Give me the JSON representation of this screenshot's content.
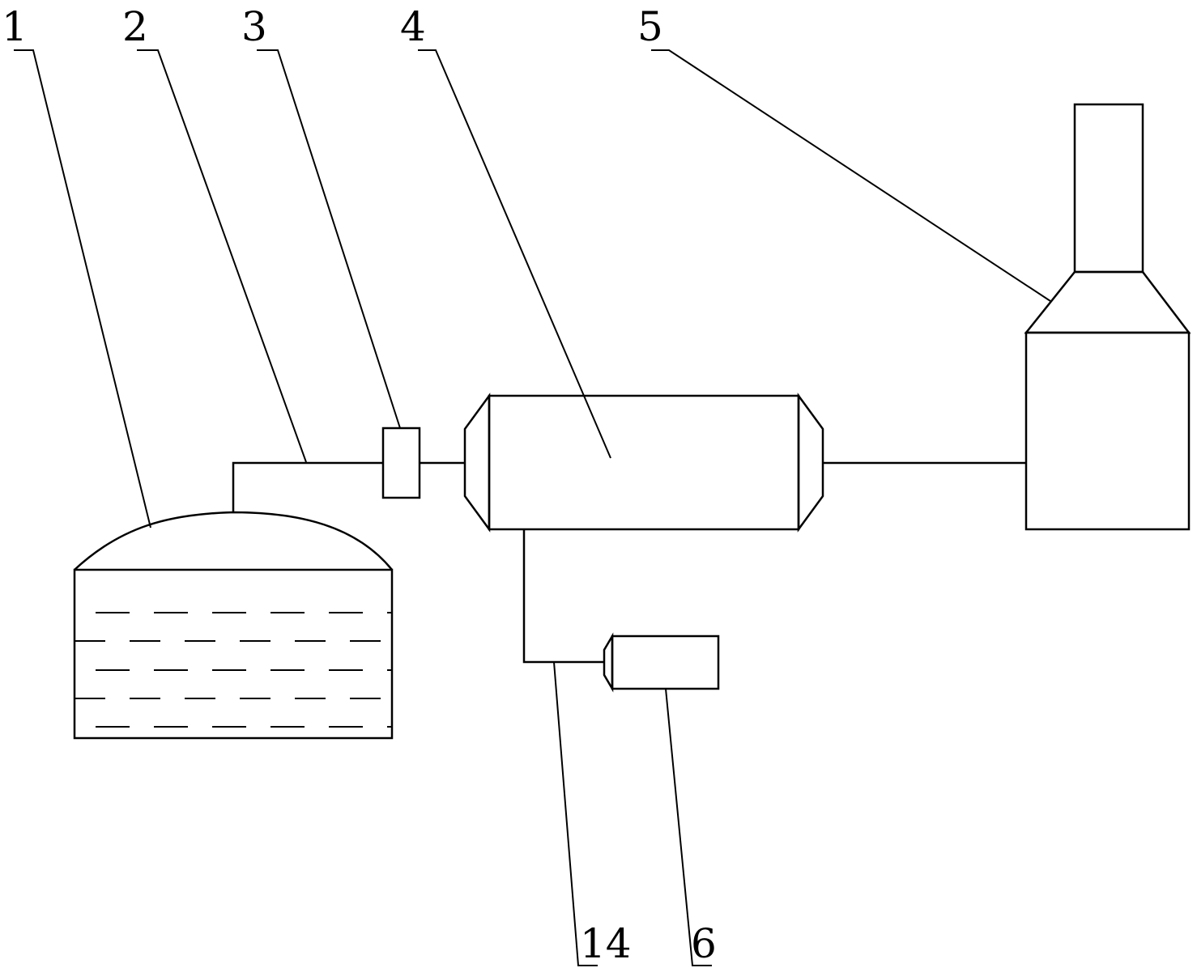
{
  "labels": {
    "tank": "1",
    "pipe": "2",
    "valve": "3",
    "drum": "4",
    "chimney": "5",
    "pipe_branch": "14",
    "device": "6"
  },
  "colors": {
    "line": "#000000",
    "background": "#ffffff"
  }
}
